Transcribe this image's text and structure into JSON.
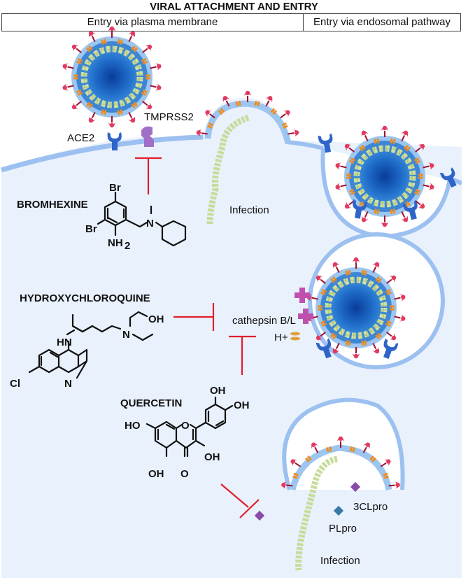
{
  "title": "VIRAL ATTACHMENT AND ENTRY",
  "header": {
    "col1": "Entry via plasma membrane",
    "col2": "Entry via endosomal pathway"
  },
  "labels": {
    "ace2": "ACE2",
    "tmprss2": "TMPRSS2",
    "infection_top": "Infection",
    "infection_bottom": "Infection",
    "cathepsin": "cathepsin B/L",
    "hplus": "H+",
    "clpro": "3CLpro",
    "plpro": "PLpro"
  },
  "drugs": {
    "bromhexine": {
      "name": "BROMHEXINE",
      "atoms": {
        "br1": "Br",
        "br2": "Br",
        "nh2": "NH",
        "nh2_sub": "2",
        "n": "N"
      }
    },
    "hydroxychloroquine": {
      "name": "HYDROXYCHLOROQUINE",
      "atoms": {
        "oh": "OH",
        "hn": "HN",
        "n1": "N",
        "n2": "N",
        "cl": "Cl"
      }
    },
    "quercetin": {
      "name": "QUERCETIN",
      "atoms": {
        "oh1": "OH",
        "oh2": "OH",
        "ho": "HO",
        "o_ring": "O",
        "oh3": "OH",
        "oh4": "OH",
        "o_keto": "O"
      }
    }
  },
  "colors": {
    "cytoplasm": "#e9f1fd",
    "membrane": "#9cc0f0",
    "inhibitor": "#e0202a",
    "receptor": "#2e64c8",
    "tmprss2": "#a070c8",
    "spike": "#d6244e",
    "envelope_protein": "#f08c1c",
    "rna": "#c8dc9a",
    "cathepsin": "#c050b0",
    "protease_3cl": "#8a4aa8",
    "protease_pl": "#3a78a8"
  }
}
